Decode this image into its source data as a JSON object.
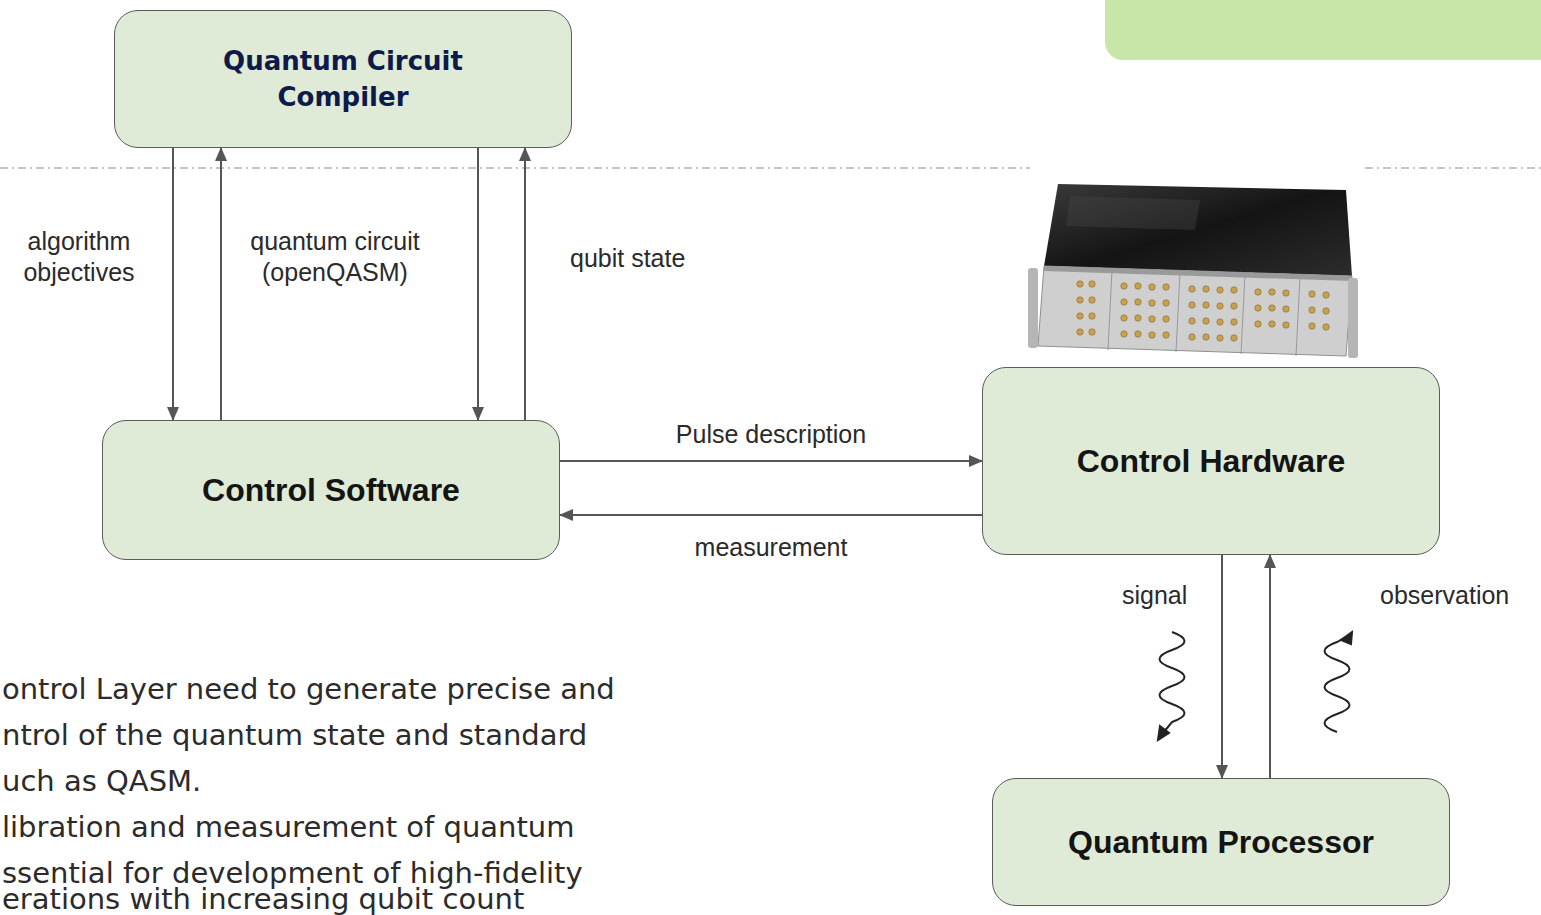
{
  "diagram": {
    "nodes": [
      {
        "text": [
          "Quantum Circuit Compiler"
        ]
      },
      {
        "text": [
          "Control Software"
        ]
      },
      {
        "text": [
          "Control Hardware"
        ]
      },
      {
        "text": [
          "Quantum Processor"
        ]
      }
    ],
    "edges": [
      {
        "from": 0,
        "to": 1,
        "arrow": "to"
      },
      {
        "from": 1,
        "to": 0,
        "arrow": "to"
      },
      {
        "from": 0,
        "to": 1,
        "arrow": "to"
      },
      {
        "from": 1,
        "to": 0,
        "arrow": "to"
      },
      {
        "from": 1,
        "to": 2,
        "label": "Pulse description",
        "arrow": "to"
      },
      {
        "from": 2,
        "to": 1,
        "label": "measurement",
        "arrow": "to"
      },
      {
        "from": 2,
        "to": 3,
        "arrow": "to"
      },
      {
        "from": 3,
        "to": 2,
        "arrow": "to"
      }
    ],
    "labels": [
      "algorithm objectives",
      "quantum circuit (openQASM)",
      "qubit state",
      "signal",
      "observation",
      "ontrol Layer need to generate precise and",
      "ntrol of the quantum state and standard",
      "uch as QASM.",
      "libration and measurement of quantum",
      "ssential for development of high-fidelity",
      "erations with increasing qubit count"
    ]
  }
}
